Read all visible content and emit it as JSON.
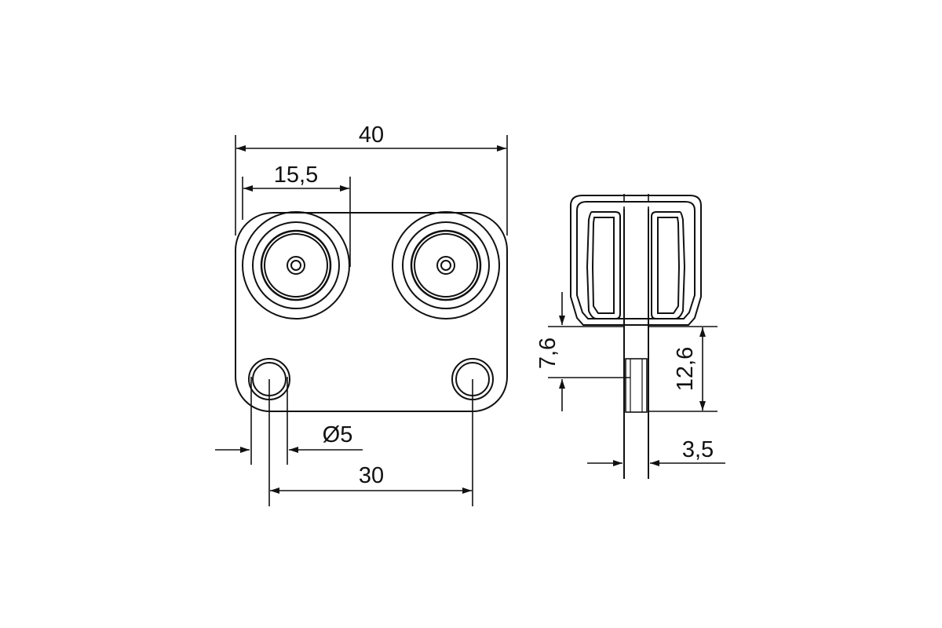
{
  "drawing": {
    "line_color": "#111111",
    "background": "#ffffff"
  },
  "front_view": {
    "overall_width": "40",
    "wheel_offset": "15,5",
    "hole_diameter": "Ø5",
    "hole_spacing": "30"
  },
  "side_view": {
    "axle_height": "7,6",
    "plate_height": "12,6",
    "plate_thickness": "3,5"
  }
}
